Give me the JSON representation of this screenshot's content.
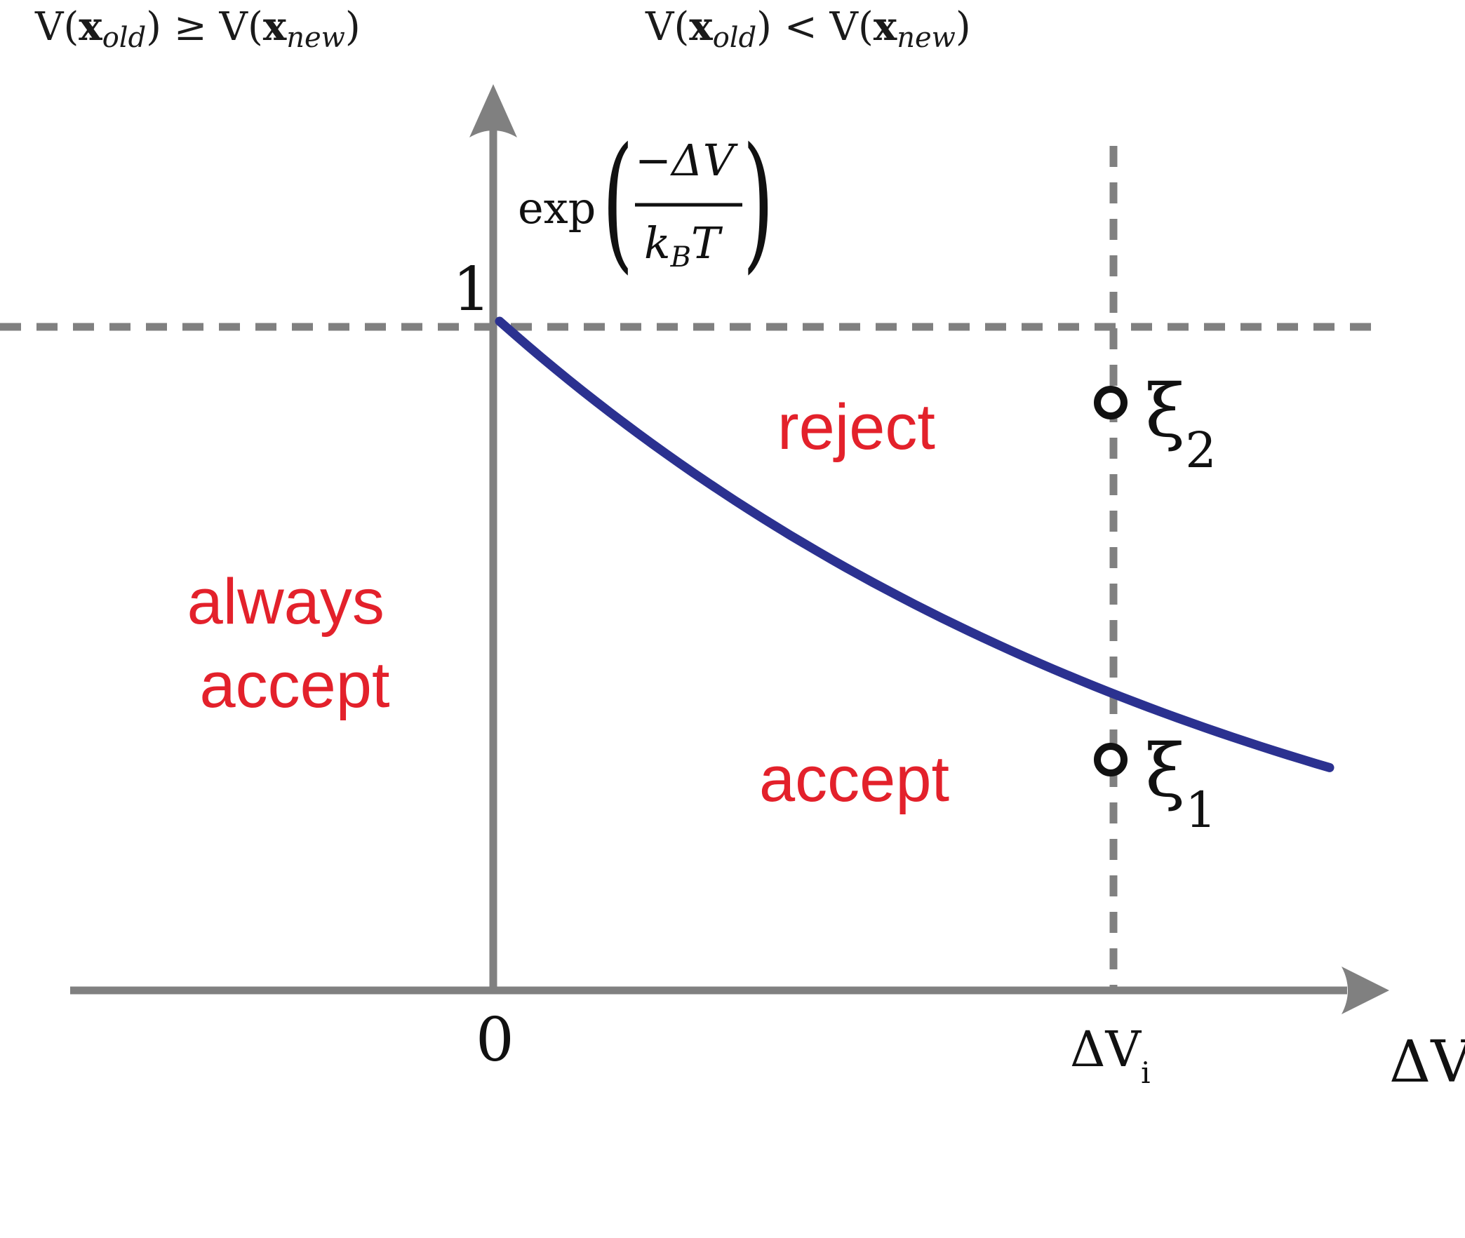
{
  "headers": {
    "left": "V(x_old) ≥ V(x_new)",
    "right": "V(x_old) < V(x_new)",
    "left_parts": {
      "pre": "V(",
      "var": "x",
      "sub": "old",
      "rel": ") ≥ V(",
      "var2": "x",
      "sub2": "new",
      "post": ")"
    },
    "right_parts": {
      "pre": "V(",
      "var": "x",
      "sub": "old",
      "rel": ") < V(",
      "var2": "x",
      "sub2": "new",
      "post": ")"
    }
  },
  "y_axis": {
    "formula_fn": "exp",
    "formula_numerator": "−ΔV",
    "formula_denominator_k": "k",
    "formula_denominator_sub": "B",
    "formula_denominator_t": "T",
    "tick_one": "1"
  },
  "x_axis": {
    "label": "ΔV",
    "tick_zero": "0",
    "tick_delta": "ΔV",
    "tick_delta_sub": "i"
  },
  "regions": {
    "reject": "reject",
    "accept": "accept",
    "always_line1": "always",
    "always_line2": "accept"
  },
  "points": [
    {
      "symbol": "ξ",
      "sub": "2",
      "value": 0.88
    },
    {
      "symbol": "ξ",
      "sub": "1",
      "value": 0.35
    }
  ],
  "curve": {
    "function": "exp(−ΔV/k_B T)",
    "color": "#2b3190",
    "y_at_zero": 1
  },
  "colors": {
    "axis": "#808080",
    "curve": "#2b3190",
    "label": "#e3212b"
  }
}
